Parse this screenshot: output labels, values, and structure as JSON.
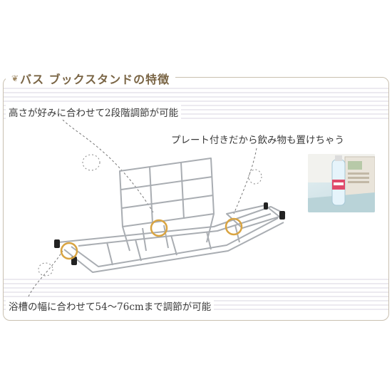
{
  "header": {
    "title": "バス ブックスタンドの特徴"
  },
  "captions": {
    "height": "高さが好みに合わせて2段階調節が可能",
    "plate": "プレート付きだから飲み物も置けちゃう",
    "width": "浴槽の幅に合わせて54～76cmまで調節が可能"
  },
  "colors": {
    "title": "#7a6545",
    "border": "#c9c0b0",
    "stripe": "#eceaf0",
    "marker": "#d9a441"
  }
}
